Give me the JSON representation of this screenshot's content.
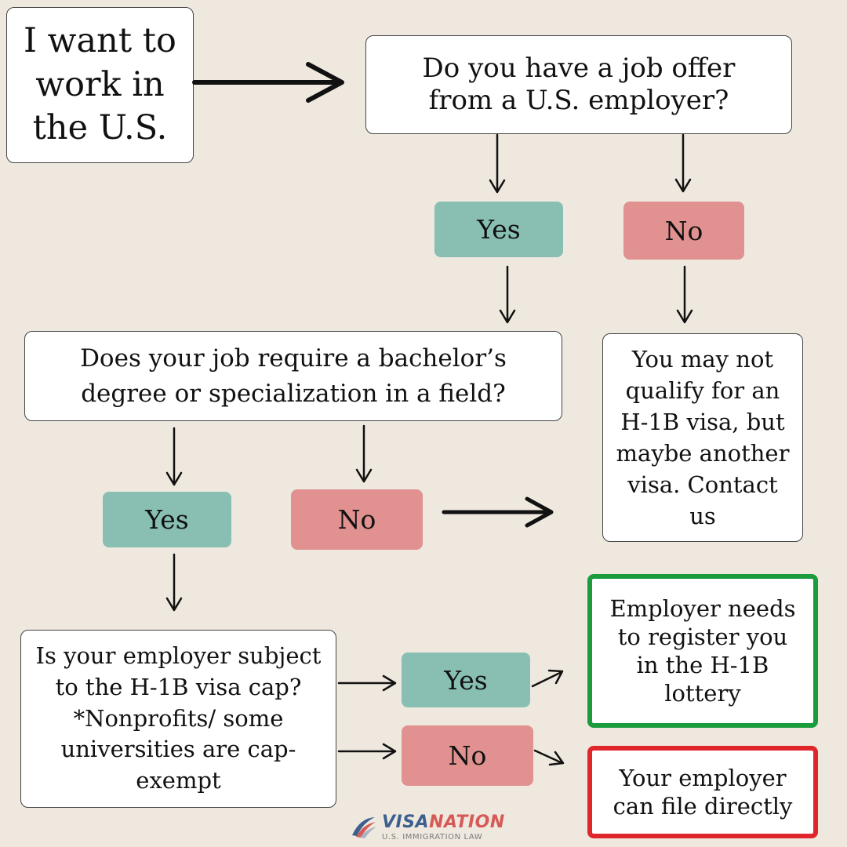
{
  "colors": {
    "background": "#efe8df",
    "yes": "#88bfb2",
    "no": "#e09190",
    "outcome_positive_border": "#1a9b3c",
    "outcome_negative_border": "#e0262b",
    "logo_blue": "#3b5f8f",
    "logo_red": "#d65a55"
  },
  "start": {
    "text": "I want to\nwork in\nthe U.S."
  },
  "q1": {
    "text": "Do you have a job offer\nfrom a U.S. employer?",
    "yes": "Yes",
    "no": "No"
  },
  "q1_no_outcome": {
    "text": "You may not\nqualify for an\nH-1B visa, but\nmaybe another\nvisa. Contact\nus"
  },
  "q2": {
    "text": "Does your job require a bachelor’s\ndegree or specialization in a field?",
    "yes": "Yes",
    "no": "No"
  },
  "q3": {
    "text": "Is your employer subject\nto the H-1B visa cap?\n*Nonprofits/ some\nuniversities are cap-\nexempt",
    "yes": "Yes",
    "no": "No"
  },
  "q3_yes_outcome": {
    "text": "Employer needs\nto register you\nin the H-1B\nlottery"
  },
  "q3_no_outcome": {
    "text": "Your employer\ncan file directly"
  },
  "logo": {
    "icon": "flag-swoosh-icon",
    "name_part1": "VISA",
    "name_part2": "NATION",
    "tagline": "U.S. IMMIGRATION LAW"
  }
}
